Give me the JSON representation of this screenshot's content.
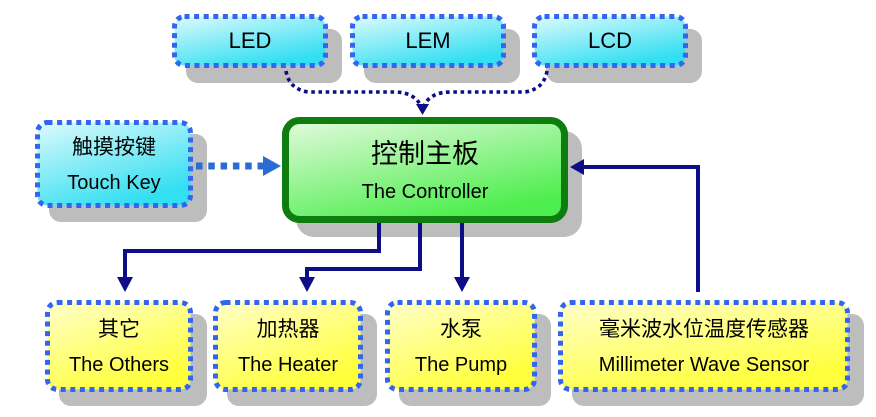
{
  "nodes": {
    "led": {
      "label": "LED"
    },
    "lem": {
      "label": "LEM"
    },
    "lcd": {
      "label": "LCD"
    },
    "touch_key": {
      "zh": "触摸按键",
      "en": "Touch Key"
    },
    "controller": {
      "zh": "控制主板",
      "en": "The Controller"
    },
    "others": {
      "zh": "其它",
      "en": "The Others"
    },
    "heater": {
      "zh": "加热器",
      "en": "The Heater"
    },
    "pump": {
      "zh": "水泵",
      "en": "The Pump"
    },
    "sensor": {
      "zh": "毫米波水位温度传感器",
      "en": "Millimeter Wave Sensor"
    }
  },
  "connections": [
    {
      "from": "led",
      "to": "controller",
      "style": "dotted-curve"
    },
    {
      "from": "lcd",
      "to": "controller",
      "style": "dotted-curve"
    },
    {
      "from": "touch_key",
      "to": "controller",
      "style": "dotted-arrow"
    },
    {
      "from": "controller",
      "to": "others",
      "style": "solid-arrow"
    },
    {
      "from": "controller",
      "to": "heater",
      "style": "solid-arrow"
    },
    {
      "from": "controller",
      "to": "pump",
      "style": "solid-arrow"
    },
    {
      "from": "sensor",
      "to": "controller",
      "style": "solid-arrow"
    }
  ],
  "colors": {
    "dash_border_blue": "#3366f0",
    "touch_arrow_blue": "#2b6cd4",
    "arrow_navy": "#0d0d87",
    "cyan_light": "#ddfafc",
    "cyan_dark": "#33dff2",
    "green_border": "#0e7c0e",
    "green_light": "#e4fade",
    "green_dark": "#4fee4f",
    "yellow_light": "#ffffc8",
    "yellow_dark": "#ffff3c",
    "shadow_gray": "#bdbdbd",
    "text": "#000000"
  }
}
